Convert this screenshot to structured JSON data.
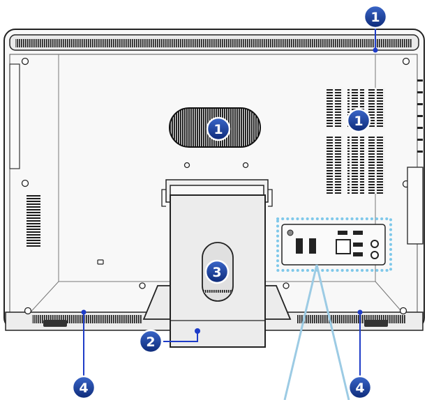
{
  "callouts": [
    {
      "id": "c1-top",
      "label": "1"
    },
    {
      "id": "c1-oval",
      "label": "1"
    },
    {
      "id": "c1-vent",
      "label": "1"
    },
    {
      "id": "c2",
      "label": "2"
    },
    {
      "id": "c3",
      "label": "3"
    },
    {
      "id": "c4-left",
      "label": "4"
    },
    {
      "id": "c4-right",
      "label": "4"
    }
  ],
  "colors": {
    "callout_fill": "#123a93",
    "callout_ring": "#ffffff",
    "leader_line": "#1e3cc8",
    "io_outline": "#7ec8ea",
    "io_pointer": "#9ccbe4",
    "device_stroke": "#222222",
    "device_fill": "#f8f8f8",
    "stand_fill": "#e4e4e4"
  }
}
